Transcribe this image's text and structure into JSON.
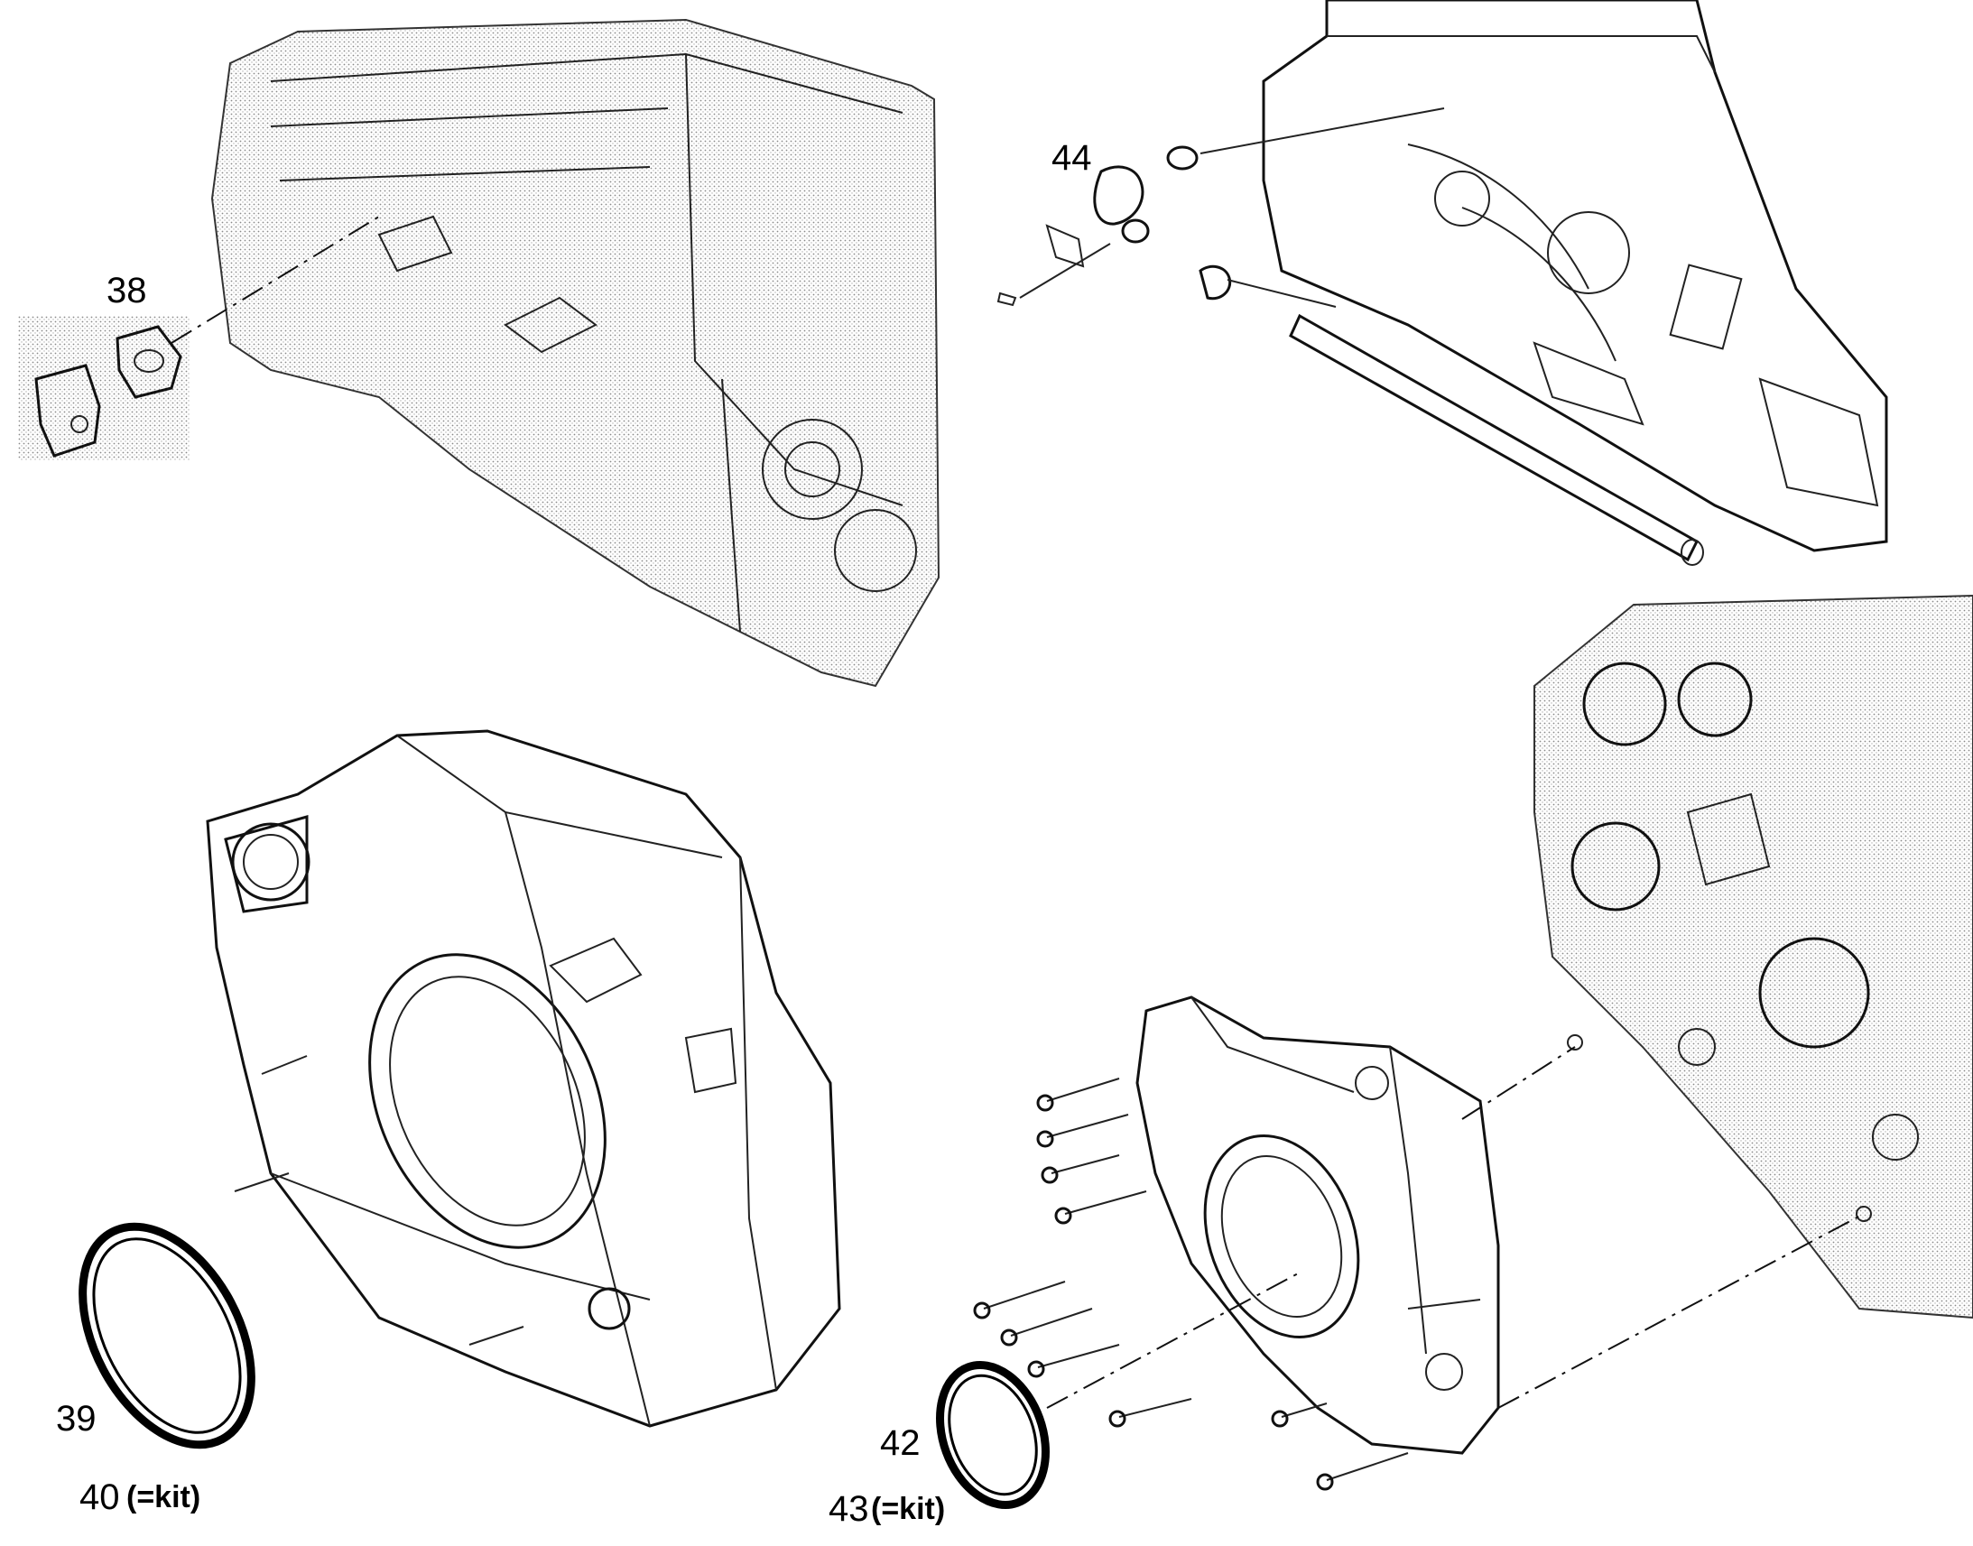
{
  "callouts": {
    "c38": "38",
    "c39": "39",
    "c40_num": "40",
    "c40_kit": "(=kit)",
    "c42": "42",
    "c43_num": "43",
    "c43_kit": "(=kit)",
    "c44": "44"
  }
}
